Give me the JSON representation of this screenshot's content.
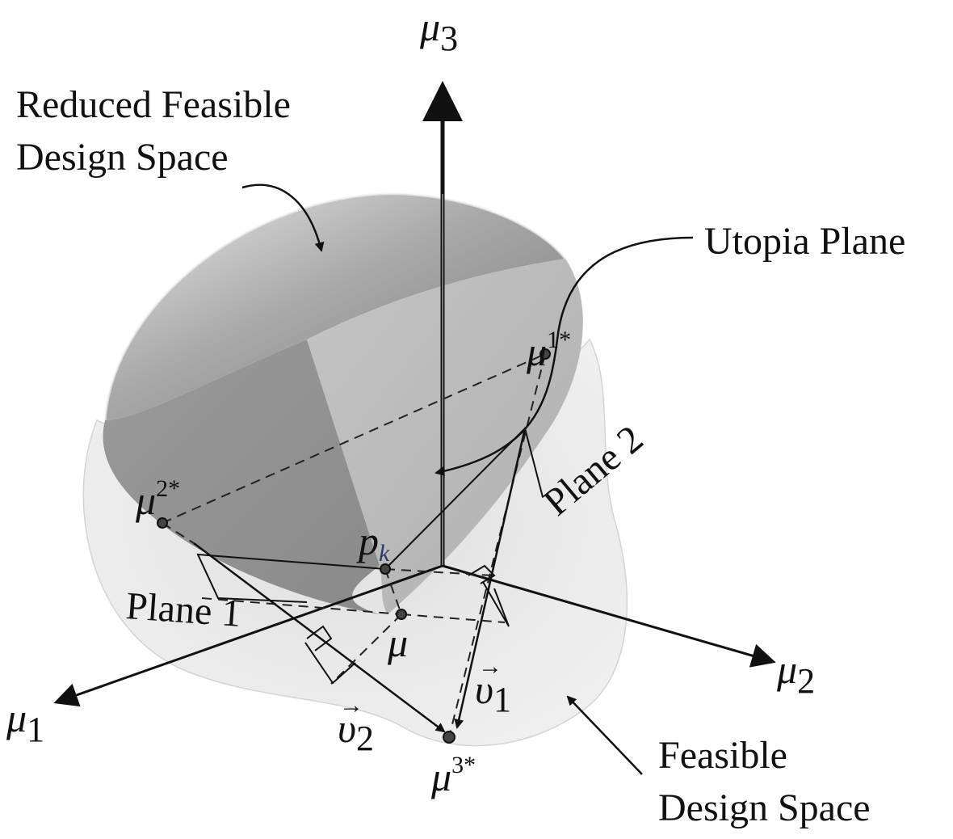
{
  "axes": {
    "mu1": {
      "base": "μ",
      "sub": "1"
    },
    "mu2": {
      "base": "μ",
      "sub": "2"
    },
    "mu3": {
      "base": "μ",
      "sub": "3"
    }
  },
  "callouts": {
    "reduced_line1": "Reduced Feasible",
    "reduced_line2": "Design Space",
    "utopia": "Utopia Plane",
    "feasible_line1": "Feasible",
    "feasible_line2": "Design Space"
  },
  "points": {
    "mu1star": {
      "base": "μ",
      "sup": "1*"
    },
    "mu2star": {
      "base": "μ",
      "sup": "2*"
    },
    "mu3star": {
      "base": "μ",
      "sup": "3*"
    },
    "pk": {
      "base": "p",
      "sub": "k"
    },
    "mu": {
      "base": "μ"
    }
  },
  "planes": {
    "plane1": "Plane 1",
    "plane2": "Plane 2"
  },
  "vectors": {
    "v1": {
      "base": "υ",
      "sub": "1",
      "arrow": "→"
    },
    "v2": {
      "base": "υ",
      "sub": "2",
      "arrow": "→"
    }
  },
  "colors": {
    "surface_dark": "#8c8c8c",
    "surface_light": "#c9c9c9",
    "outer_region": "#e6e6e6",
    "line": "#111111"
  }
}
